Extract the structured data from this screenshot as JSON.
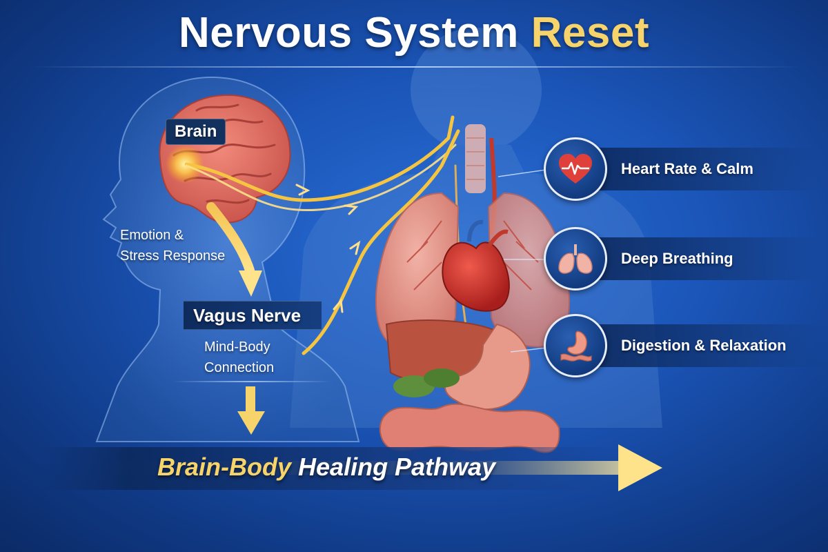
{
  "title": {
    "main": "Nervous System",
    "accent": "Reset"
  },
  "labels": {
    "brain": "Brain",
    "emotion_line1": "Emotion &",
    "emotion_line2": "Stress Response",
    "vagus": "Vagus Nerve",
    "mind_line1": "Mind-Body",
    "mind_line2": "Connection"
  },
  "callouts": [
    {
      "label": "Heart Rate & Calm",
      "icon": "heart-rate-icon"
    },
    {
      "label": "Deep Breathing",
      "icon": "lungs-icon"
    },
    {
      "label": "Digestion & Relaxation",
      "icon": "stomach-icon"
    }
  ],
  "footer": {
    "accent": "Brain-Body",
    "rest": "Healing Pathway"
  },
  "colors": {
    "background": "#1b55b8",
    "accent_yellow": "#f6d46b",
    "nerve_yellow": "#f5c542",
    "organ_red": "#d9534f",
    "lung_pink": "#e9a39a"
  }
}
